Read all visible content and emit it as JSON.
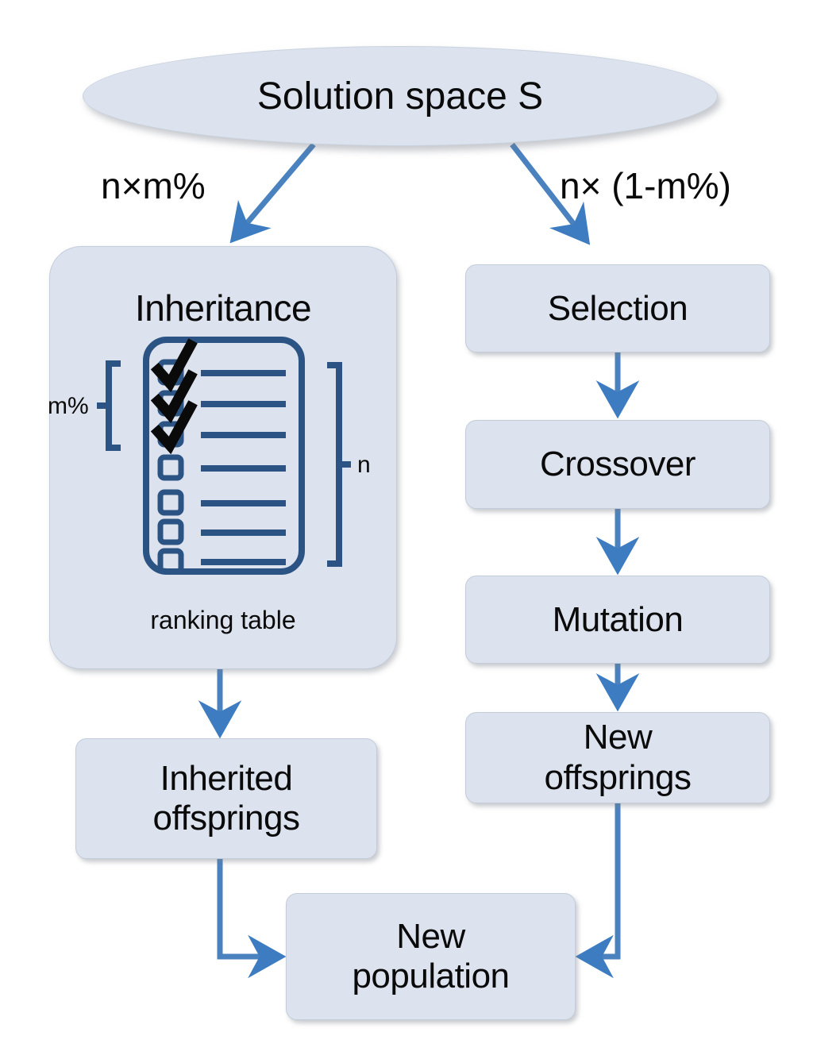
{
  "diagram": {
    "title_node": {
      "label": "Solution space S"
    },
    "edges": [
      {
        "name": "left-branch",
        "label": "n×m%"
      },
      {
        "name": "right-branch",
        "label": "n× (1-m%)"
      }
    ],
    "left_column": {
      "group": {
        "title": "Inheritance",
        "caption": "ranking table",
        "bracket_left_label": "m%",
        "bracket_right_label": "n",
        "ranking_table": {
          "rows": [
            {
              "checked": true
            },
            {
              "checked": true
            },
            {
              "checked": true
            },
            {
              "checked": false
            },
            {
              "checked": false
            },
            {
              "checked": false
            },
            {
              "checked": false
            }
          ]
        }
      },
      "result_node": {
        "line1": "Inherited",
        "line2": "offsprings"
      }
    },
    "right_column": {
      "steps": [
        {
          "label": "Selection"
        },
        {
          "label": "Crossover"
        },
        {
          "label": "Mutation"
        }
      ],
      "result_node": {
        "line1": "New",
        "line2": "offsprings"
      }
    },
    "final_node": {
      "line1": "New",
      "line2": "population"
    },
    "colors": {
      "node_fill": "#dce3ee",
      "node_border": "#c3ccda",
      "arrow": "#3d7cc0",
      "clipboard_outline": "#2b5383",
      "bracket": "#2b5383",
      "text": "#0a0a0a",
      "background": "#ffffff"
    }
  }
}
